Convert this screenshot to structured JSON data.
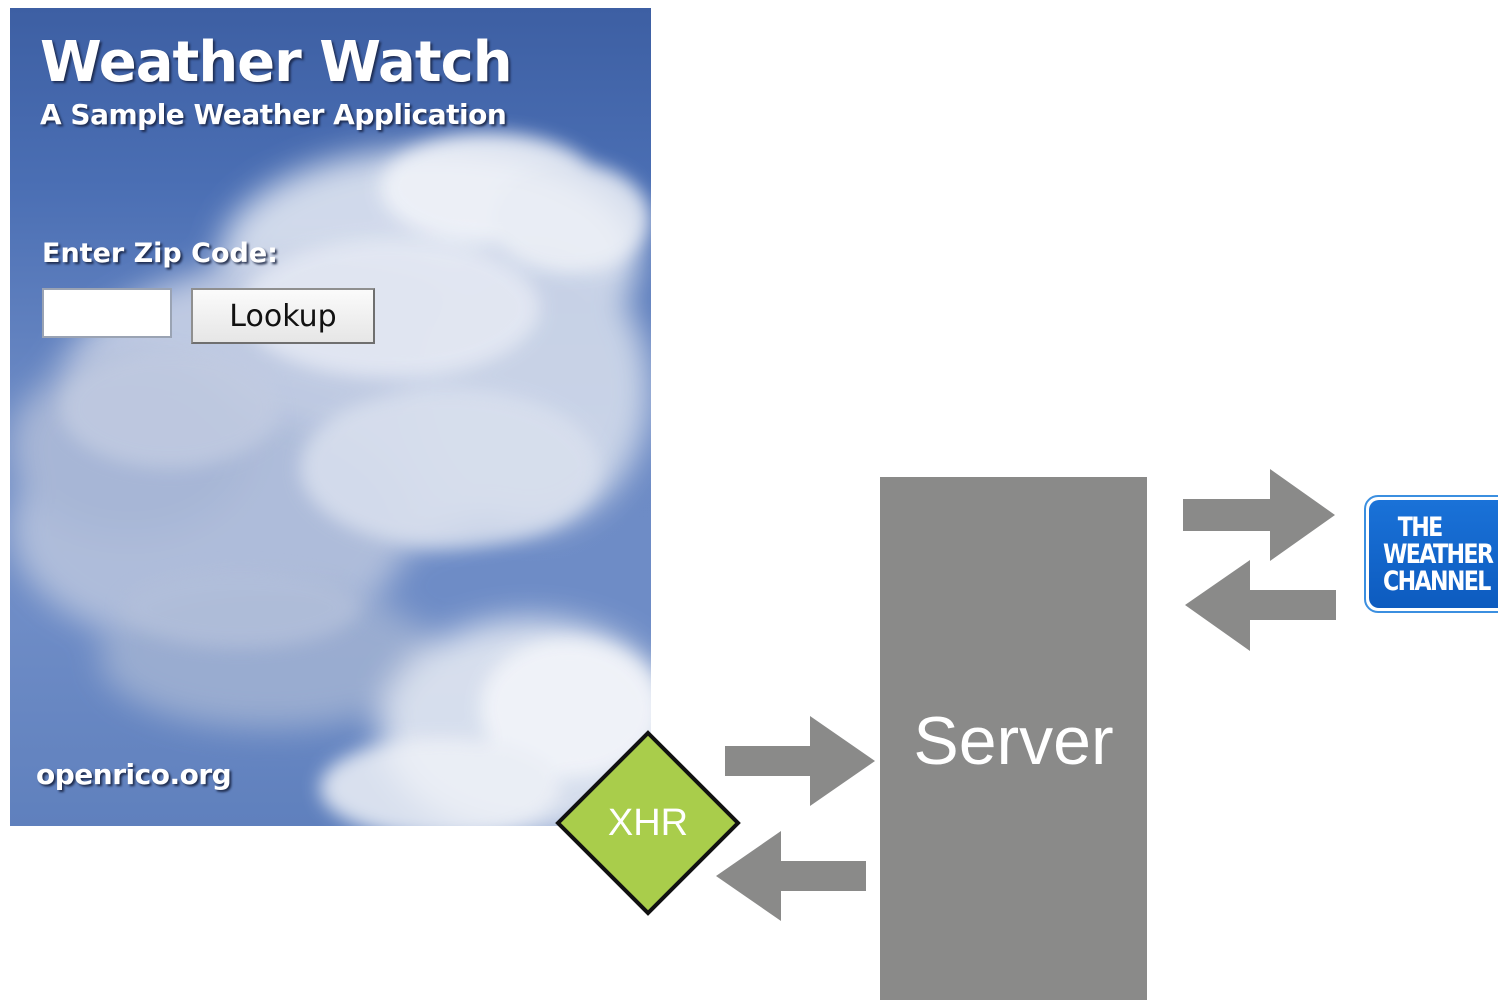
{
  "app": {
    "title": "Weather Watch",
    "subtitle": "A Sample Weather Application",
    "zip_label": "Enter Zip Code:",
    "zip_input": {
      "value": "",
      "placeholder": ""
    },
    "lookup_label": "Lookup",
    "site_link": "openrico.org"
  },
  "diagram": {
    "xhr_label": "XHR",
    "server_label": "Server",
    "logo_lines": [
      "THE",
      "WEATHER",
      "CHANNEL"
    ],
    "colors": {
      "arrow": "#8a8a89",
      "server": "#8a8a89",
      "xhr_fill": "#a9cd4b",
      "xhr_border": "#111111",
      "logo_blue": "#1565c8",
      "sky": "#4b6fb4"
    }
  }
}
